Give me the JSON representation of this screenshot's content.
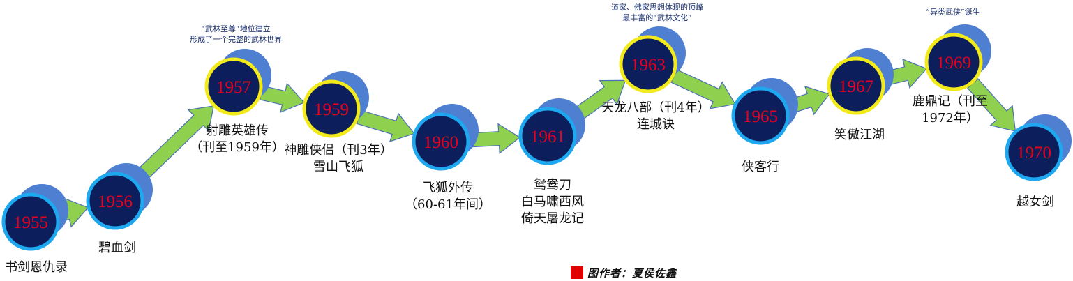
{
  "timeline": {
    "nodes": [
      {
        "year": "1955",
        "works": [
          "书剑恩仇录"
        ]
      },
      {
        "year": "1956",
        "works": [
          "碧血剑"
        ]
      },
      {
        "year": "1957",
        "works": [
          "射雕英雄传",
          "（刊至1959年）"
        ],
        "note": [
          "“武林至尊“地位建立",
          "形成了一个完整的武林世界"
        ]
      },
      {
        "year": "1959",
        "works": [
          "神雕侠侣（刊3年）",
          "雪山飞狐"
        ]
      },
      {
        "year": "1960",
        "works": [
          "飞狐外传",
          "（60-61年间）"
        ]
      },
      {
        "year": "1961",
        "works": [
          "鸳鸯刀",
          "白马啸西风",
          "倚天屠龙记"
        ]
      },
      {
        "year": "1963",
        "works": [
          "天龙八部（刊4年）",
          "连城诀"
        ],
        "note": [
          "道家、佛家思想体现的顶峰",
          "最丰富的“武林文化”"
        ]
      },
      {
        "year": "1965",
        "works": [
          "侠客行"
        ]
      },
      {
        "year": "1967",
        "works": [
          "笑傲江湖"
        ]
      },
      {
        "year": "1969",
        "works": [
          "鹿鼎记（刊至",
          "1972年）"
        ],
        "note": [
          "“异类武侠”诞生"
        ]
      },
      {
        "year": "1970",
        "works": [
          "越女剑"
        ]
      }
    ]
  },
  "credit": {
    "text": "图作者：夏侯佐鑫"
  },
  "colors": {
    "circle_fill": "#0c1f5c",
    "year_text": "#e8001c",
    "ring_blue": "#1da8f0",
    "ring_yellow": "#f2ea1a",
    "shadow_disc": "#4f7fd1",
    "arrow_fill": "#8fd14f",
    "arrow_stroke": "#4a6fb5"
  }
}
